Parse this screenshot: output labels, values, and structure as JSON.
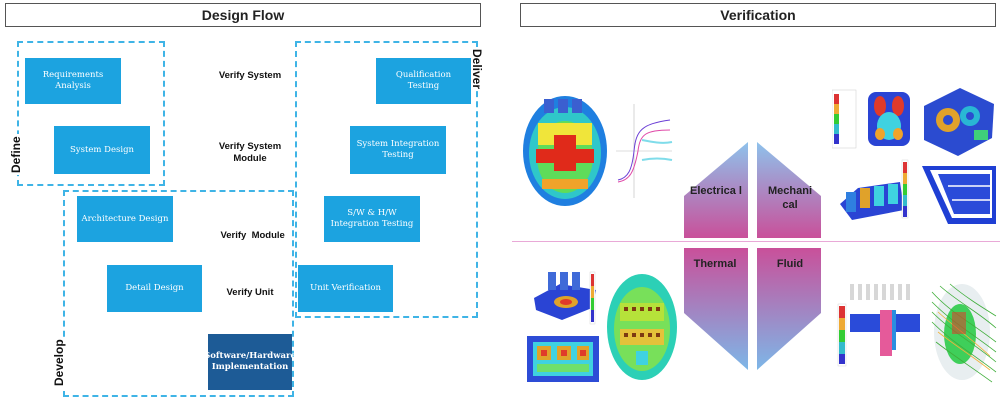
{
  "headers": {
    "design_flow": "Design Flow",
    "verification": "Verification"
  },
  "design_flow": {
    "phase_labels": {
      "define": "Define",
      "develop": "Develop",
      "deliver": "Deliver"
    },
    "blocks": {
      "requirements": "Requirements Analysis",
      "system_design": "System Design",
      "architecture_design": "Architecture Design",
      "detail_design": "Detail Design",
      "implementation": "Software/Hardware Implementation",
      "unit_verification": "Unit Verification",
      "sw_hw_integration": "S/W & H/W Integration Testing",
      "system_integration": "System Integration Testing",
      "qualification": "Qualification Testing"
    },
    "verify_labels": {
      "system": "Verify System",
      "system_module": "Verify System Module",
      "module": "Verify  Module",
      "unit": "Verify Unit"
    }
  },
  "verification": {
    "quadrants": {
      "electrical": "Electrica l",
      "mechanical": "Mechani cal",
      "thermal": "Thermal",
      "fluid": "Fluid"
    }
  },
  "colors": {
    "accent_blue": "#1ca3e0",
    "dark_blue": "#1d5b96",
    "dash_blue": "#3fb4e6",
    "quad_top": "#c0509a",
    "quad_bottom": "#7db7e8"
  }
}
